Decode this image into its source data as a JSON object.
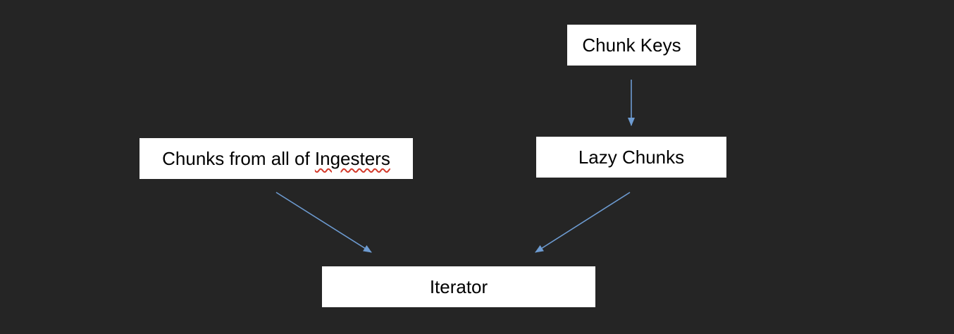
{
  "diagram": {
    "nodes": {
      "chunk_keys": {
        "label": "Chunk Keys"
      },
      "lazy_chunks": {
        "label": "Lazy Chunks"
      },
      "ingesters": {
        "label_prefix": "Chunks from all of ",
        "label_marked": "Ingesters"
      },
      "iterator": {
        "label": "Iterator"
      }
    },
    "edges": [
      {
        "from": "chunk_keys",
        "to": "lazy_chunks"
      },
      {
        "from": "ingesters",
        "to": "iterator"
      },
      {
        "from": "lazy_chunks",
        "to": "iterator"
      }
    ],
    "colors": {
      "background": "#252525",
      "node_fill": "#ffffff",
      "arrow": "#6d9bd1",
      "spellcheck_underline": "#d33b2c"
    }
  }
}
